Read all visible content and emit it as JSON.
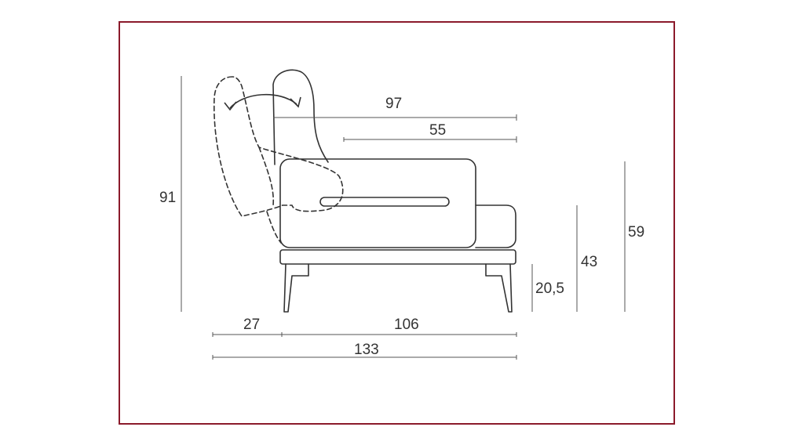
{
  "colors": {
    "frame": "#8b1a2b",
    "line": "#333333",
    "dim_line": "#555555"
  },
  "dimensions": {
    "overall_height": "91",
    "backrest_depth": "97",
    "seat_depth": "55",
    "recline_offset": "27",
    "base_depth": "106",
    "overall_depth": "133",
    "leg_height": "20,5",
    "seat_height": "43",
    "arm_height": "59"
  },
  "icons": {
    "recline_arrow": "double-headed-curved-arrow"
  }
}
